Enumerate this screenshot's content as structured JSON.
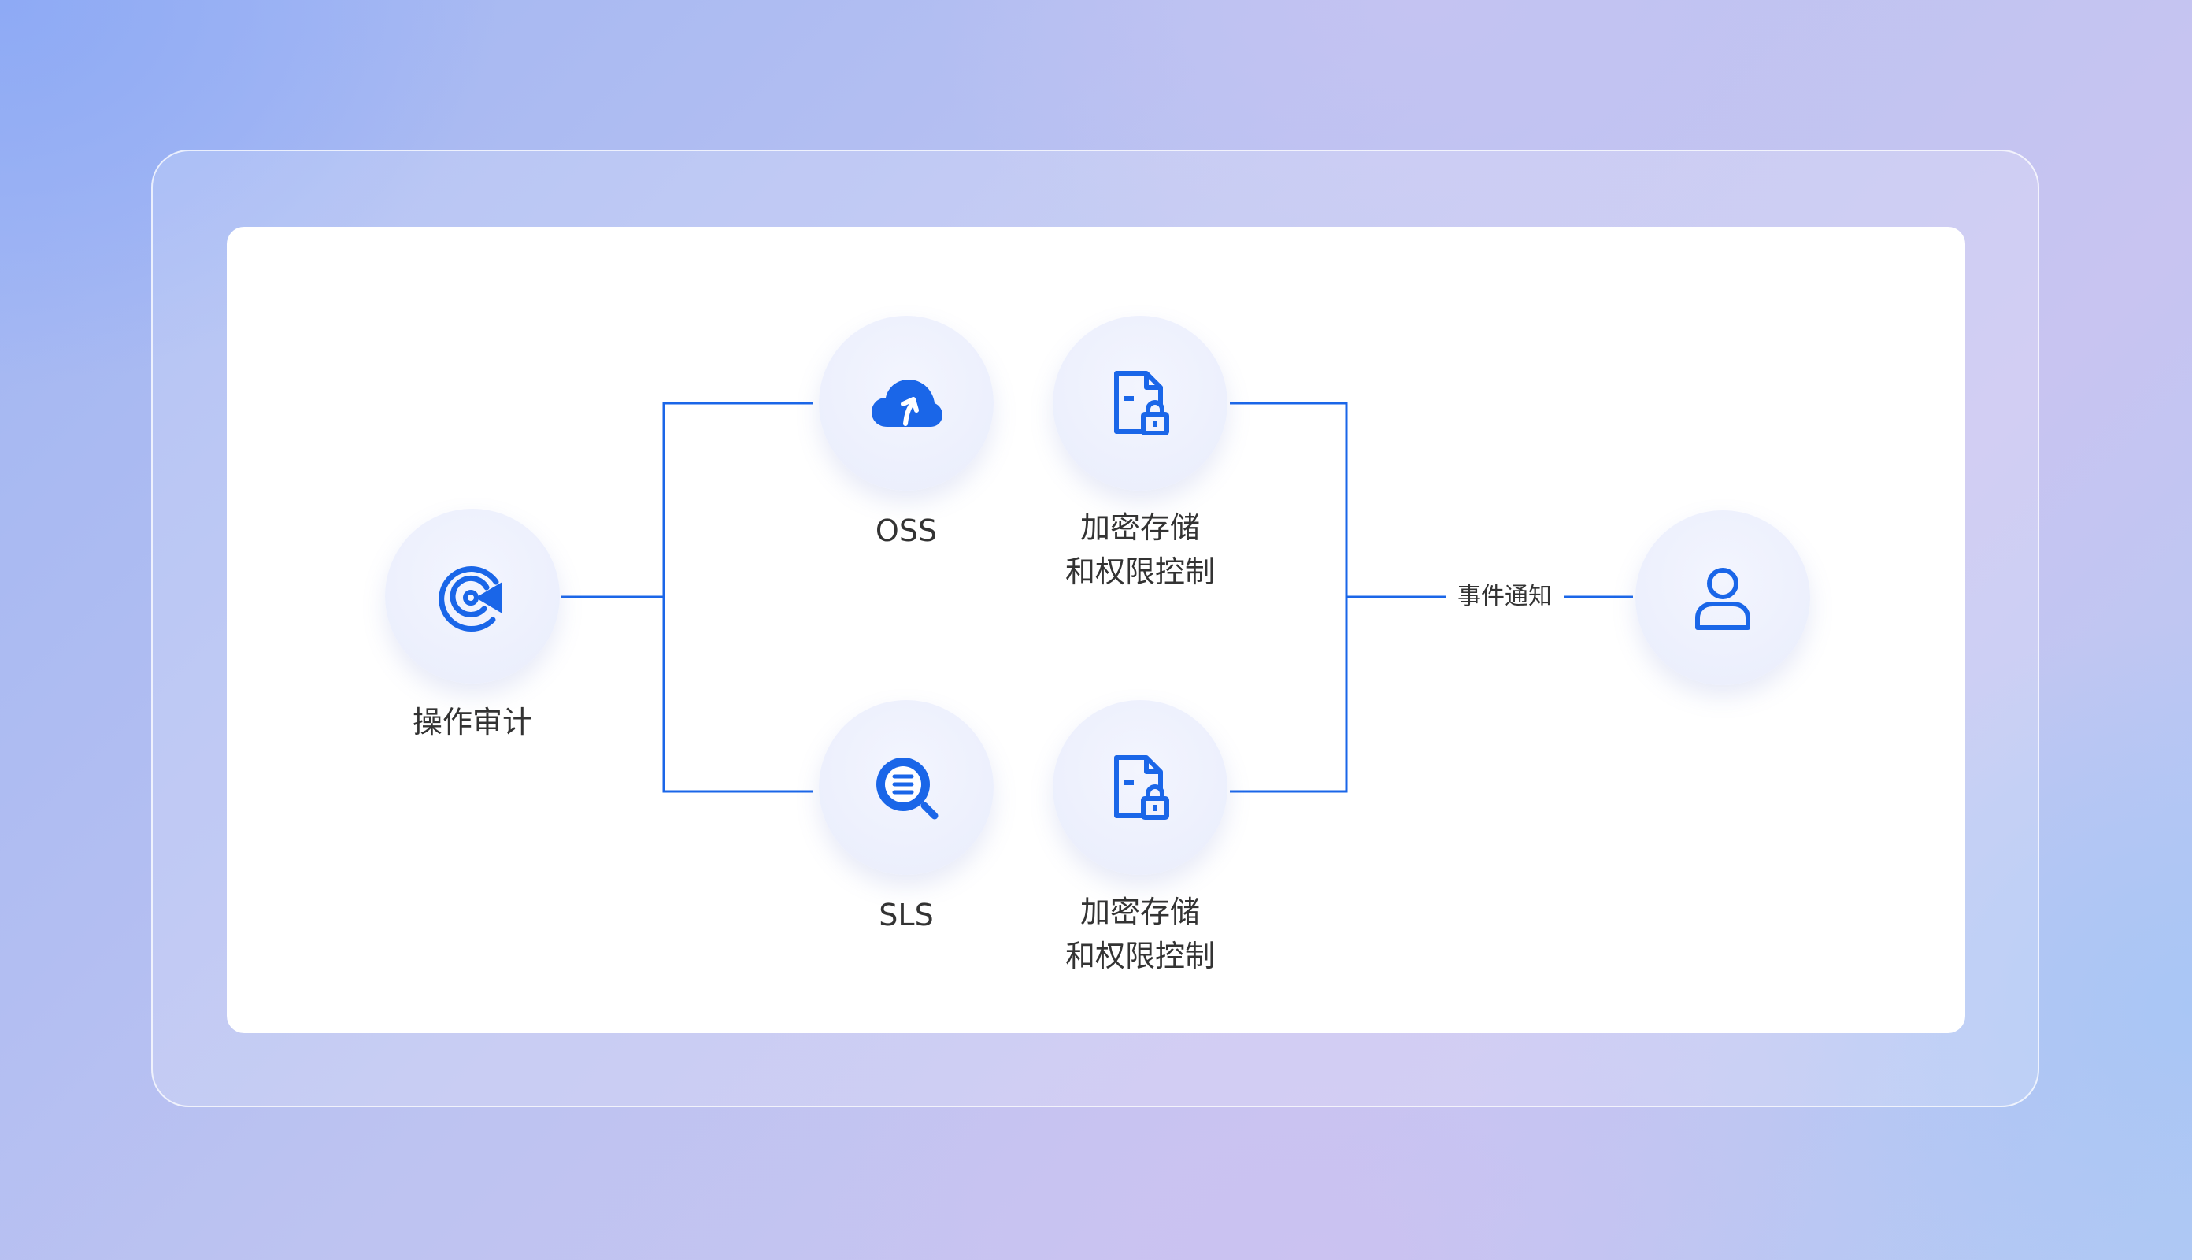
{
  "colors": {
    "accent": "#1a66e8",
    "text": "#333333"
  },
  "nodes": {
    "audit": {
      "icon": "radar-target-icon",
      "label": "操作审计"
    },
    "oss": {
      "icon": "cloud-upload-icon",
      "label": "OSS"
    },
    "sls": {
      "icon": "log-search-icon",
      "label": "SLS"
    },
    "enc_top": {
      "icon": "locked-file-icon",
      "label_line1": "加密存储",
      "label_line2": "和权限控制"
    },
    "enc_bottom": {
      "icon": "locked-file-icon",
      "label_line1": "加密存储",
      "label_line2": "和权限控制"
    },
    "user": {
      "icon": "user-icon",
      "label": ""
    }
  },
  "edges": {
    "notify": {
      "label": "事件通知"
    }
  }
}
